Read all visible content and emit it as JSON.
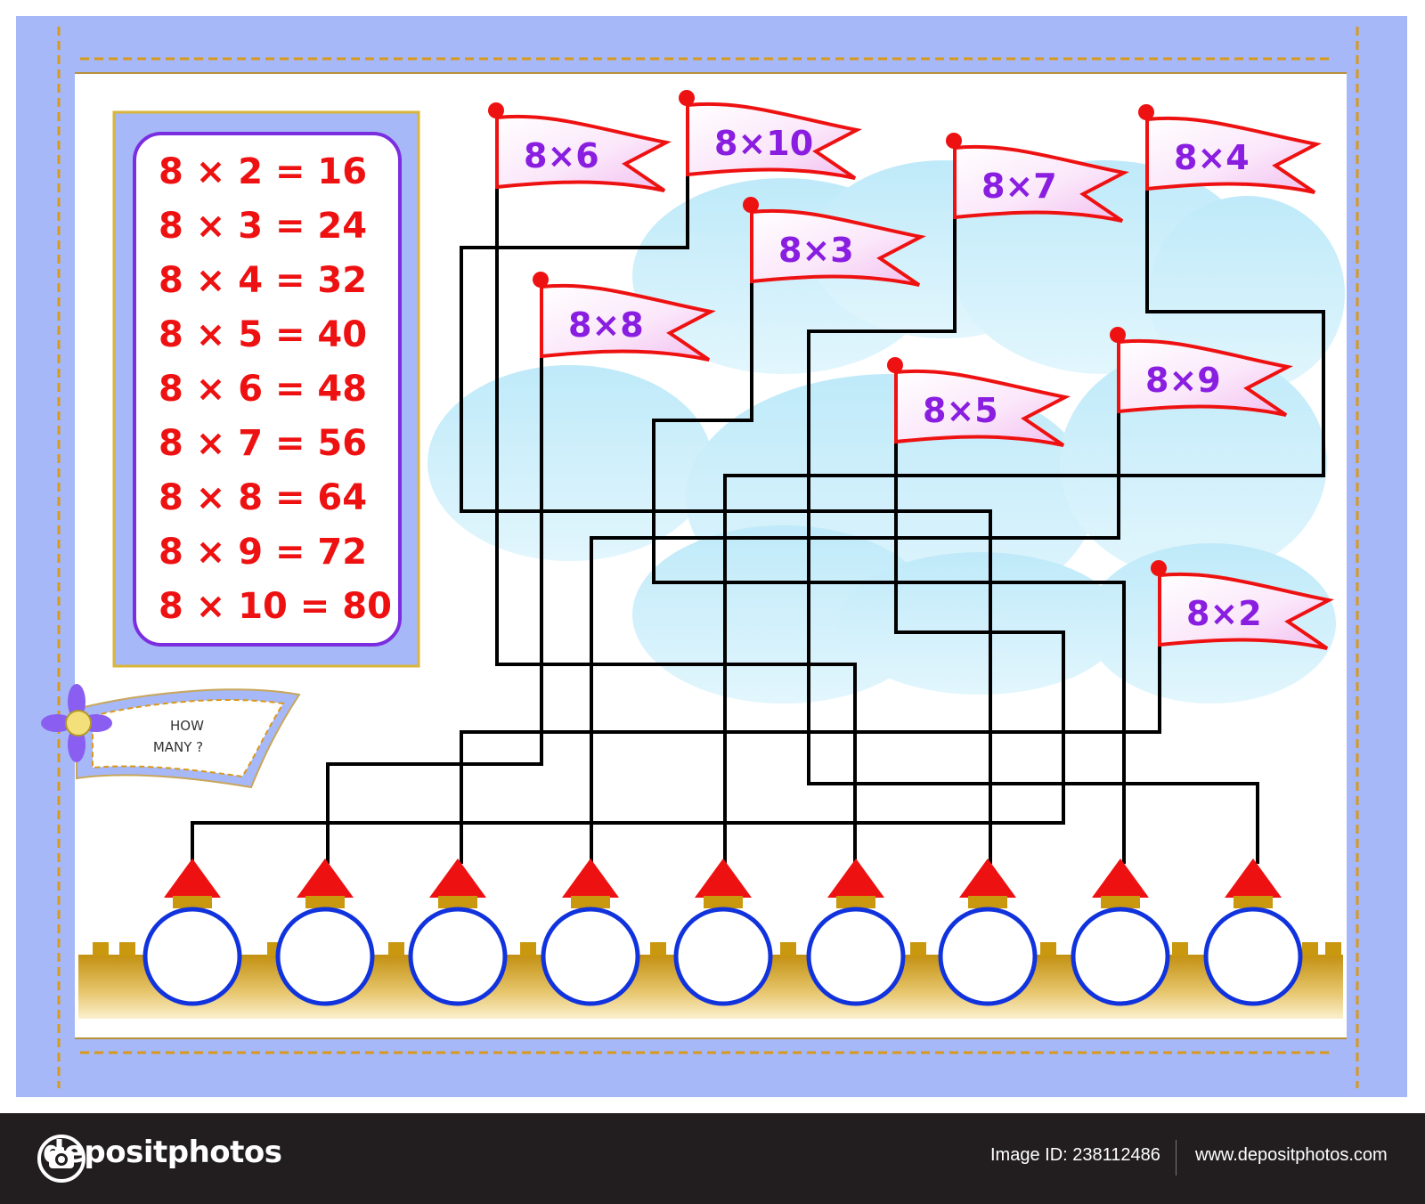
{
  "table_title_lines": [
    "8 × 2 = 16",
    "8 × 3 = 24",
    "8 × 4 = 32",
    "8 × 5 = 40",
    "8 × 6 = 48",
    "8 × 7 = 56",
    "8 × 8 = 64",
    "8 × 9 = 72",
    "8 × 10 = 80"
  ],
  "sign": {
    "line1": "HOW",
    "line2": "MANY ?"
  },
  "flags": [
    "8×6",
    "8×10",
    "8×7",
    "8×4",
    "8×3",
    "8×8",
    "8×9",
    "8×5",
    "8×2"
  ],
  "answer_circle_count": 9,
  "colors": {
    "frame": "#a5b8f8",
    "stitch": "#d99a18",
    "flag_border": "#ee1111",
    "flag_text": "#8a1ee0",
    "path_line": "#000000",
    "circle_border": "#1133dd",
    "wall": "#c9980f",
    "cloud": "#bfeaf9"
  },
  "footer": {
    "brand": "depositphotos",
    "image_id": "Image ID: 238112486",
    "url": "www.depositphotos.com"
  }
}
